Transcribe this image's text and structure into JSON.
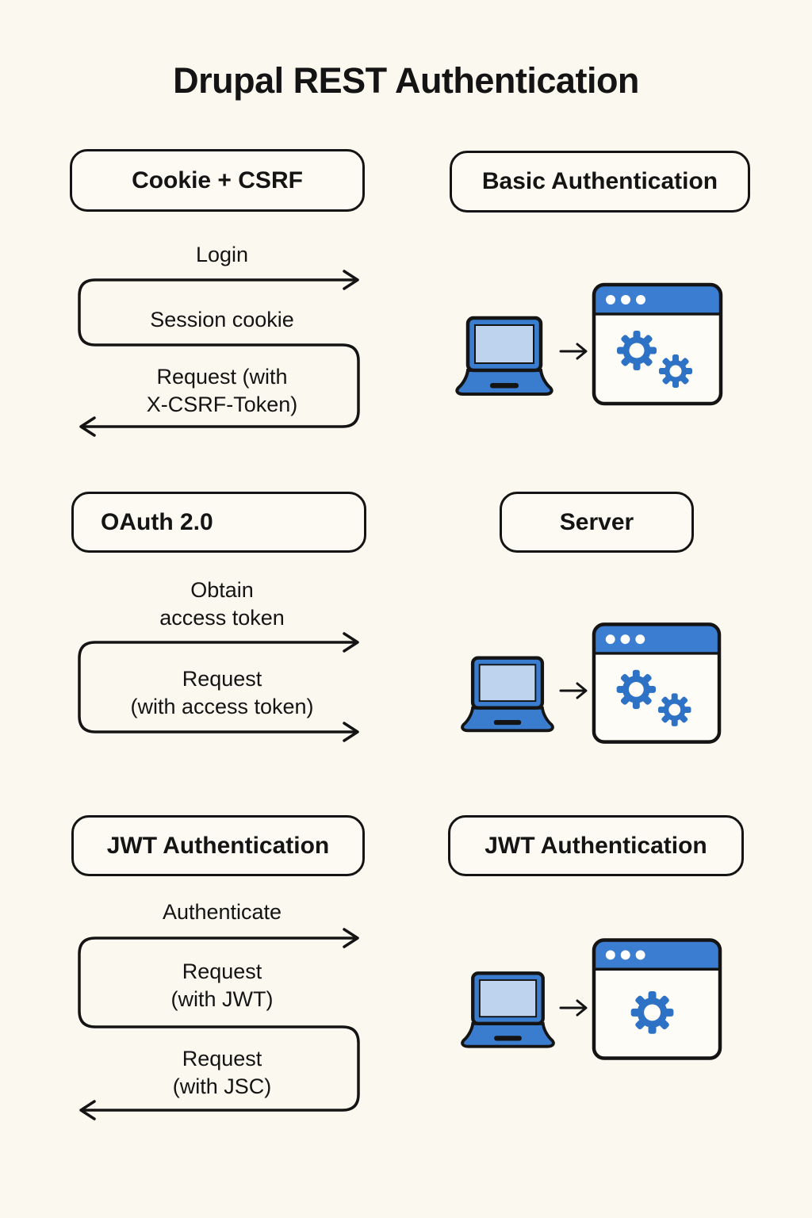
{
  "title": "Drupal REST Authentication",
  "colors": {
    "background": "#FAF8EF",
    "ink": "#141414",
    "icon_blue": "#3A7CCE",
    "header_blue": "#3B7ED1",
    "gear_blue": "#2E72C6",
    "screen_light_blue": "#BDD3EE",
    "window_fill": "#FDFCF6"
  },
  "icons": {
    "client": "laptop-icon",
    "connector": "right-arrow-icon",
    "server_row1": "browser-window-two-gears-icon",
    "server_row2": "browser-window-two-gears-icon",
    "server_row3": "browser-window-one-gear-icon"
  },
  "sections": [
    {
      "left_box": "Cookie + CSRF",
      "right_box": "Basic Authentication",
      "msg1": {
        "l1": "Login"
      },
      "msg2": {
        "l1": "Session cookie"
      },
      "msg3": {
        "l1": "Request (with",
        "l2": "X-CSRF-Token)"
      }
    },
    {
      "left_box": "OAuth 2.0",
      "right_box": "Server",
      "msg1": {
        "l1": "Obtain",
        "l2": "access token"
      },
      "msg2": {
        "l1": "Request",
        "l2": "(with access token)"
      }
    },
    {
      "left_box": "JWT Authentication",
      "right_box": "JWT Authentication",
      "msg1": {
        "l1": "Authenticate"
      },
      "msg2": {
        "l1": "Request",
        "l2": "(with JWT)"
      },
      "msg3": {
        "l1": "Request",
        "l2": "(with JSC)"
      }
    }
  ]
}
